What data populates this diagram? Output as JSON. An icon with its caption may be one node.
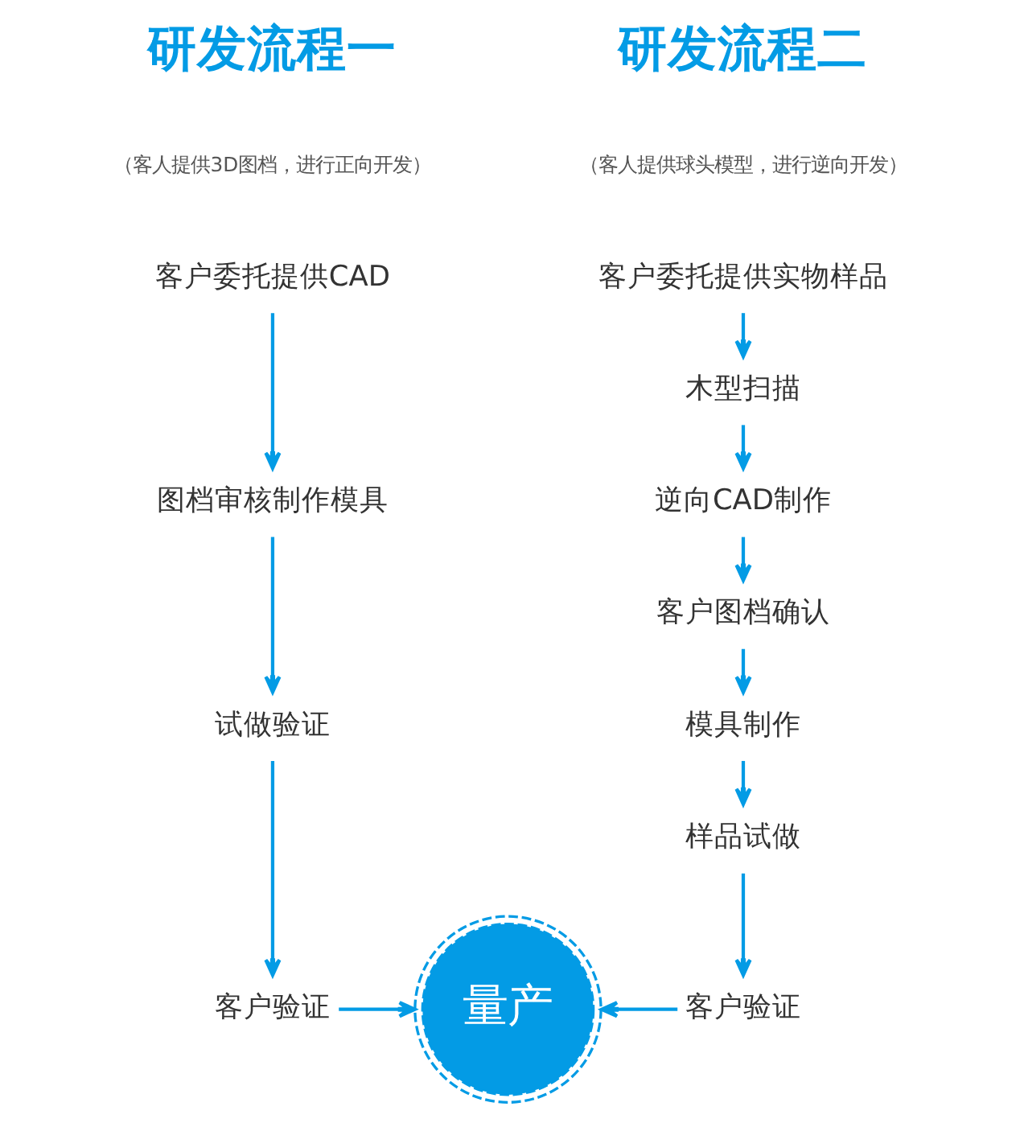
{
  "diagram": {
    "nodes": [
      {
        "text": [
          "客户委托提供CAD"
        ]
      },
      {
        "text": [
          "图档审核制作模具"
        ]
      },
      {
        "text": [
          "试做验证"
        ]
      },
      {
        "text": [
          "客户验证"
        ]
      },
      {
        "text": [
          "客户委托提供实物样品"
        ]
      },
      {
        "text": [
          "木型扫描"
        ]
      },
      {
        "text": [
          "逆向CAD制作"
        ]
      },
      {
        "text": [
          "客户图档确认"
        ]
      },
      {
        "text": [
          "模具制作"
        ]
      },
      {
        "text": [
          "样品试做"
        ]
      },
      {
        "text": [
          "客户验证"
        ]
      },
      {
        "text": [
          "量产"
        ]
      }
    ],
    "edges": [
      {
        "from": 0,
        "to": 1,
        "arrow": "to"
      },
      {
        "from": 1,
        "to": 2,
        "arrow": "to"
      },
      {
        "from": 2,
        "to": 3,
        "arrow": "to"
      },
      {
        "from": 3,
        "to": 11,
        "arrow": "to"
      },
      {
        "from": 4,
        "to": 5,
        "arrow": "to"
      },
      {
        "from": 5,
        "to": 6,
        "arrow": "to"
      },
      {
        "from": 6,
        "to": 7,
        "arrow": "to"
      },
      {
        "from": 7,
        "to": 8,
        "arrow": "to"
      },
      {
        "from": 8,
        "to": 9,
        "arrow": "to"
      },
      {
        "from": 9,
        "to": 10,
        "arrow": "to"
      },
      {
        "from": 10,
        "to": 11,
        "arrow": "to"
      }
    ],
    "labels": [
      "研发流程一",
      "（客人提供3D图档，进行正向开发）",
      "研发流程二",
      "（客人提供球头模型，进行逆向开发）"
    ]
  }
}
